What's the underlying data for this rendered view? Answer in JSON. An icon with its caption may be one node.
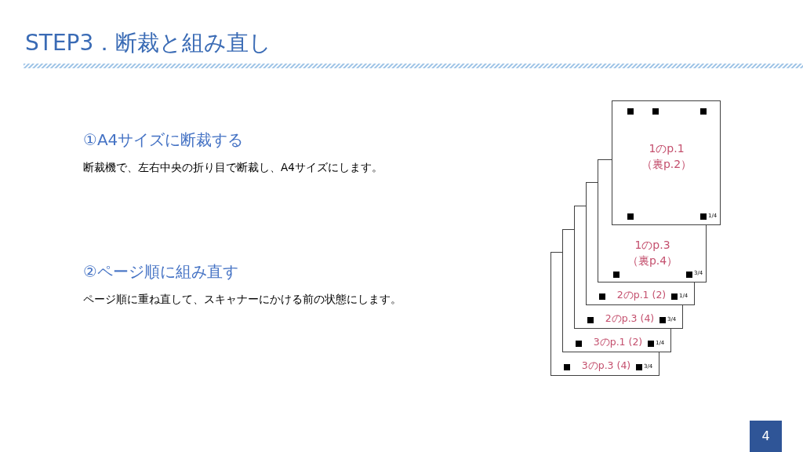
{
  "diagram": {
    "title": "STEP3．断裁と組み直し",
    "nodes": [
      {
        "text": [
          "1のp.1 （裏p.2）",
          "1/4"
        ]
      },
      {
        "text": [
          "1のp.3 （裏p.4）",
          "3/4"
        ]
      },
      {
        "text": [
          "2のp.1 (2)",
          "1/4"
        ]
      },
      {
        "text": [
          "2のp.3 (4)",
          "3/4"
        ]
      },
      {
        "text": [
          "3のp.1 (2)",
          "1/4"
        ]
      },
      {
        "text": [
          "3のp.3 (4)",
          "3/4"
        ]
      }
    ],
    "labels": [
      "①A4サイズに断裁する",
      "断裁機で、左右中央の折り目で断裁し、A4サイズにします。",
      "②ページ順に組み直す",
      "ページ順に重ね直して、スキャナーにかける前の状態にします。",
      "4"
    ]
  }
}
